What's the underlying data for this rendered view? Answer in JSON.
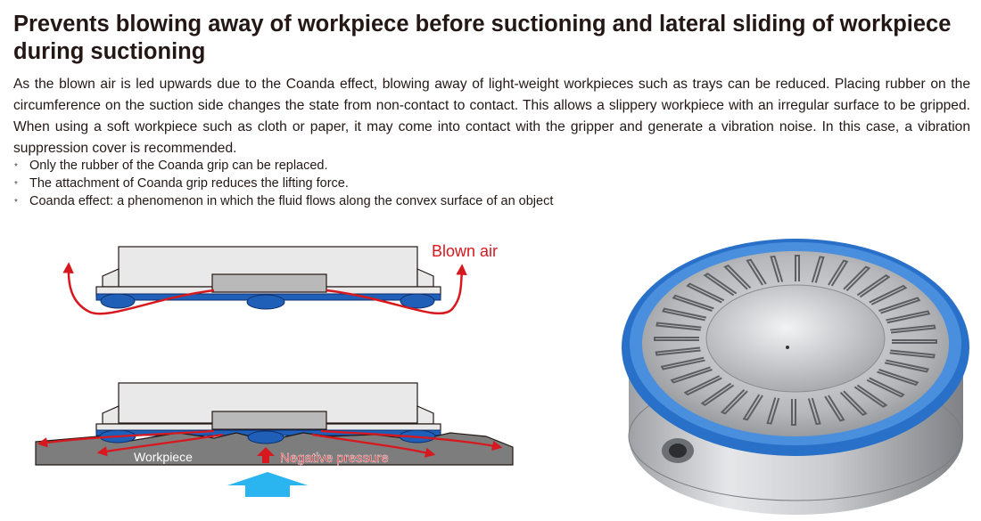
{
  "heading": "Prevents blowing away of workpiece before suctioning and lateral sliding of workpiece during suctioning",
  "paragraph": "As the blown air is led upwards due to the Coanda effect, blowing away of light-weight workpieces such as trays can be reduced. Placing rubber on the circumference on the suction side changes the state from non-contact to contact. This allows a slippery workpiece with an irregular surface to be gripped. When using a soft workpiece such as cloth or paper, it may come into contact with the gripper and generate a vibration noise. In this case, a vibration suppression cover is recommended.",
  "notes": [
    {
      "mark": "*",
      "text": "Only the rubber of the Coanda grip can be replaced."
    },
    {
      "mark": "*",
      "text": "The attachment of Coanda grip reduces the lifting force."
    },
    {
      "mark": "*",
      "text": "Coanda effect: a phenomenon in which the fluid flows along the convex surface of an object"
    }
  ],
  "diagram": {
    "blown_air_label": "Blown air",
    "workpiece_label": "Workpiece",
    "negative_pressure_label": "Negative pressure",
    "colors": {
      "arrow_red": "#d7191f",
      "rubber_blue": "#1f5fb8",
      "body_gray": "#e8e8e8",
      "workpiece_gray": "#7d7d7d",
      "air_cyan": "#2ab4f0"
    }
  },
  "photo": {
    "subject": "coanda-grip-product",
    "colors": {
      "ring_blue": "#2870c8",
      "metal": "#c4c6c9"
    }
  }
}
